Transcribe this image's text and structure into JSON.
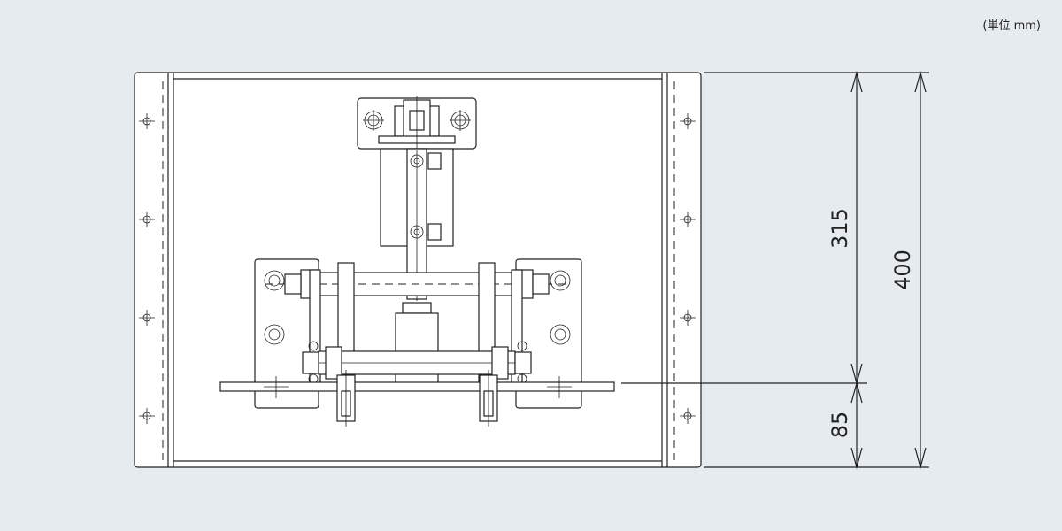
{
  "unit_note": "(単位 mm)",
  "dimensions": {
    "total_height": "400",
    "upper_height": "315",
    "lower_height": "85"
  },
  "colors": {
    "background": "#e6ebef",
    "line": "#222222",
    "panel": "#ffffff"
  }
}
